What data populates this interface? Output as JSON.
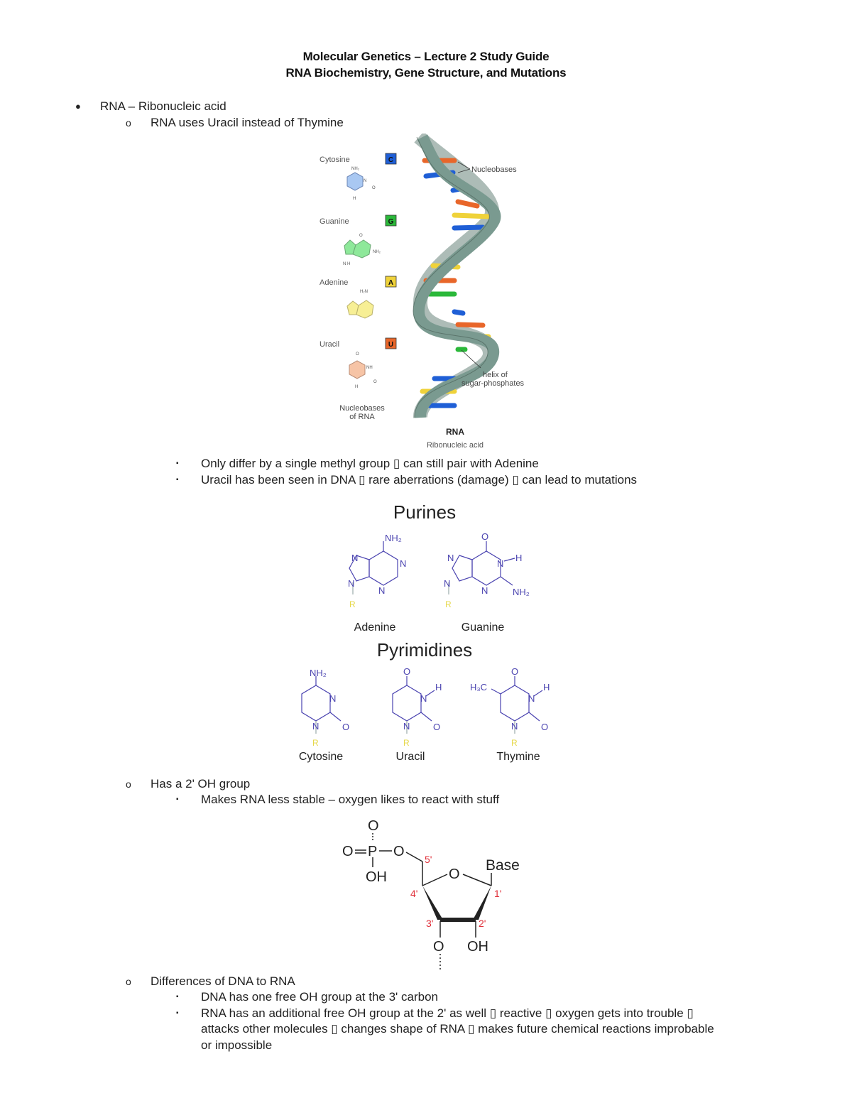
{
  "header": {
    "title": "Molecular Genetics – Lecture 2 Study Guide",
    "subtitle": "RNA Biochemistry, Gene Structure, and Mutations"
  },
  "outline": {
    "l1_rna": {
      "bullet": "●",
      "text": "RNA – Ribonucleic acid"
    },
    "l2_uracil": {
      "bullet": "o",
      "text": "RNA uses Uracil instead of Thymine"
    },
    "l3_methyl": {
      "bullet": "▪",
      "text": "Only differ by a single methyl group ▯ can still pair with Adenine"
    },
    "l3_uracil_dna": {
      "bullet": "▪",
      "text": "Uracil has been seen in DNA ▯ rare aberrations (damage) ▯ can lead to mutations"
    },
    "l2_oh": {
      "bullet": "o",
      "text": "Has a 2' OH group"
    },
    "l3_stable": {
      "bullet": "▪",
      "text": "Makes RNA less stable – oxygen likes to react with stuff"
    },
    "l2_diff": {
      "bullet": "o",
      "text": "Differences of DNA to RNA"
    },
    "l3_dna_oh": {
      "bullet": "▪",
      "text": "DNA has one free OH group at the 3' carbon"
    },
    "l3_rna_oh_1": {
      "bullet": "▪",
      "text": "RNA has an additional free OH group at the 2' as well ▯ reactive ▯ oxygen gets into trouble ▯"
    },
    "l3_rna_oh_2": {
      "text": "attacks other molecules ▯ changes shape of RNA ▯ makes future chemical reactions improbable"
    },
    "l3_rna_oh_3": {
      "text": "or impossible"
    }
  },
  "figure_rna": {
    "bases": [
      {
        "name": "Cytosine",
        "letter": "C",
        "color": "#1f5fd6",
        "fill": "#a9c8f2"
      },
      {
        "name": "Guanine",
        "letter": "G",
        "color": "#2bb83a",
        "fill": "#8ee89a"
      },
      {
        "name": "Adenine",
        "letter": "A",
        "color": "#efd23a",
        "fill": "#f7ef95"
      },
      {
        "name": "Uracil",
        "letter": "U",
        "color": "#e8662a",
        "fill": "#f6c4a6"
      }
    ],
    "legend_caption_1": "Nucleobases",
    "legend_caption_2": "of RNA",
    "label_nucleobases": "Nucleobases",
    "label_helix_1": "helix of",
    "label_helix_2": "sugar-phosphates",
    "caption_title": "RNA",
    "caption_sub": "Ribonucleic acid",
    "helix_color": "#7a9a90"
  },
  "figure_purines": {
    "title": "Purines",
    "molecules": [
      "Adenine",
      "Guanine"
    ],
    "structure_color": "#4a43b0",
    "r_color": "#e6d84a"
  },
  "figure_pyrimidines": {
    "title": "Pyrimidines",
    "molecules": [
      "Cytosine",
      "Uracil",
      "Thymine"
    ]
  },
  "figure_ribose": {
    "base_label": "Base",
    "carbons": [
      "1'",
      "2'",
      "3'",
      "4'",
      "5'"
    ],
    "oh_label": "OH",
    "carbon_label_color": "#e0303a"
  }
}
